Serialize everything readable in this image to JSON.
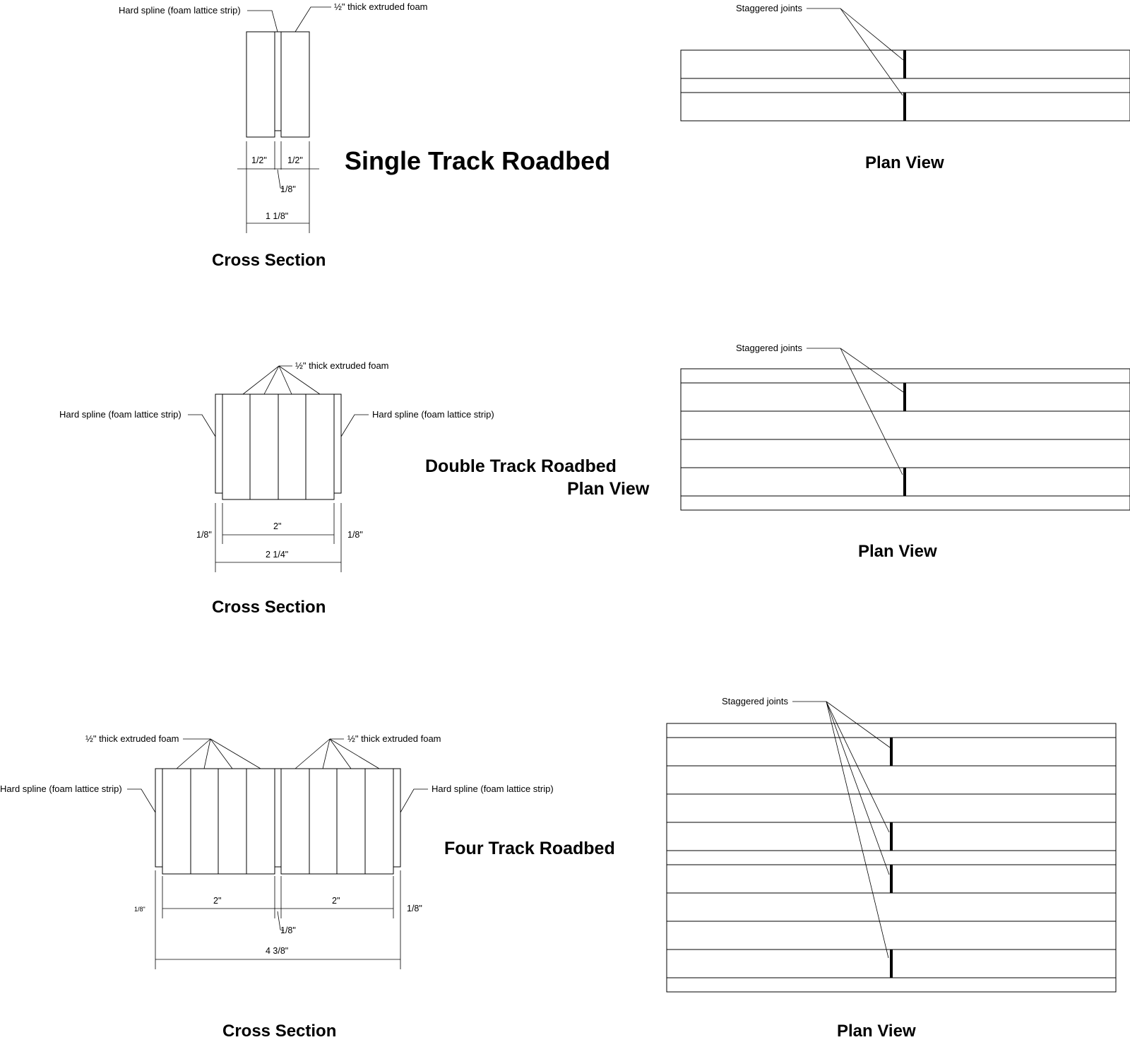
{
  "colors": {
    "foam": "#2ce6e0",
    "spline": "#c8c8c8",
    "line": "#000000",
    "background": "#ffffff"
  },
  "single": {
    "title": "Single Track Roadbed",
    "cross_section": {
      "caption": "Cross Section",
      "label_spline": "Hard spline (foam lattice strip)",
      "label_foam": "½\" thick extruded foam",
      "dim_left": "1/2\"",
      "dim_right": "1/2\"",
      "dim_gap": "1/8\"",
      "dim_total": "1 1/8\""
    },
    "plan": {
      "caption": "Plan View",
      "label_joints": "Staggered joints"
    }
  },
  "double": {
    "title_line1": "Double Track Roadbed",
    "title_line2": "Plan View",
    "cross_section": {
      "caption": "Cross Section",
      "label_foam": "½\" thick extruded foam",
      "label_spline_left": "Hard spline (foam lattice strip)",
      "label_spline_right": "Hard spline (foam lattice strip)",
      "dim_left": "1/8\"",
      "dim_center": "2\"",
      "dim_right": "1/8\"",
      "dim_total": "2 1/4\""
    },
    "plan": {
      "caption": "Plan View",
      "label_joints": "Staggered joints"
    }
  },
  "four": {
    "title": "Four Track Roadbed",
    "cross_section": {
      "caption": "Cross Section",
      "label_foam_left": "½\" thick extruded foam",
      "label_foam_right": "½\" thick extruded foam",
      "label_spline_left": "Hard spline (foam lattice strip)",
      "label_spline_right": "Hard spline (foam lattice strip)",
      "dim_left": "1/8\"",
      "dim_seg1": "2\"",
      "dim_seg2": "2\"",
      "dim_right": "1/8\"",
      "dim_gap": "1/8\"",
      "dim_total": "4 3/8\""
    },
    "plan": {
      "caption": "Plan View",
      "label_joints": "Staggered joints"
    }
  }
}
